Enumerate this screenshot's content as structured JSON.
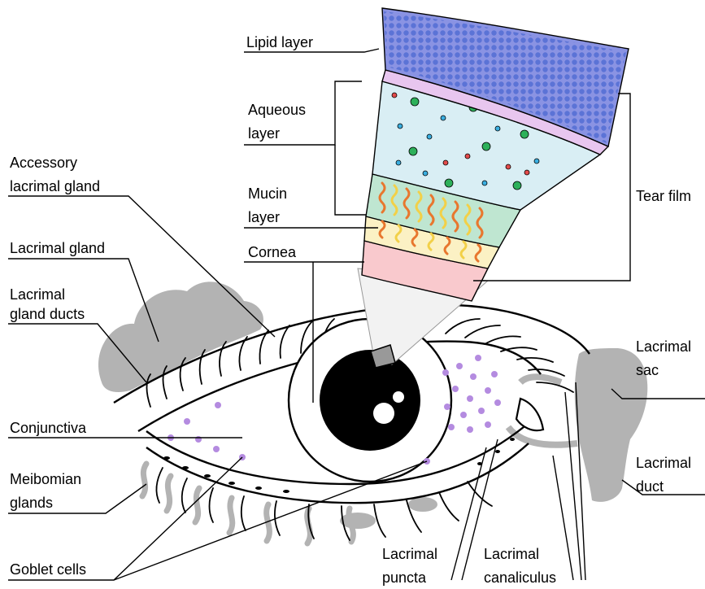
{
  "labels": {
    "lipid_layer": "Lipid layer",
    "aqueous_layer_1": "Aqueous",
    "aqueous_layer_2": "layer",
    "mucin_layer_1": "Mucin",
    "mucin_layer_2": "layer",
    "cornea": "Cornea",
    "tear_film": "Tear film",
    "accessory_lacrimal_gland_1": "Accessory",
    "accessory_lacrimal_gland_2": "lacrimal gland",
    "lacrimal_gland": "Lacrimal gland",
    "lacrimal_gland_ducts_1": "Lacrimal",
    "lacrimal_gland_ducts_2": "gland ducts",
    "conjunctiva": "Conjunctiva",
    "meibomian_glands_1": "Meibomian",
    "meibomian_glands_2": "glands",
    "goblet_cells": "Goblet cells",
    "lacrimal_puncta_1": "Lacrimal",
    "lacrimal_puncta_2": "puncta",
    "lacrimal_canaliculus_1": "Lacrimal",
    "lacrimal_canaliculus_2": "canaliculus",
    "lacrimal_sac_1": "Lacrimal",
    "lacrimal_sac_2": "sac",
    "lacrimal_duct_1": "Lacrimal",
    "lacrimal_duct_2": "duct"
  },
  "colors": {
    "lipid": "#8a93e3",
    "lipid_dots": "#5b73d6",
    "lipid_border": "#e8c6ef",
    "aqueous": "#d9eef4",
    "mucin": "#bfe6d1",
    "mucin_base": "#fbf1c4",
    "cornea": "#f9c9cd",
    "gland_gray": "#b3b3b3",
    "goblet": "#b48be0"
  }
}
